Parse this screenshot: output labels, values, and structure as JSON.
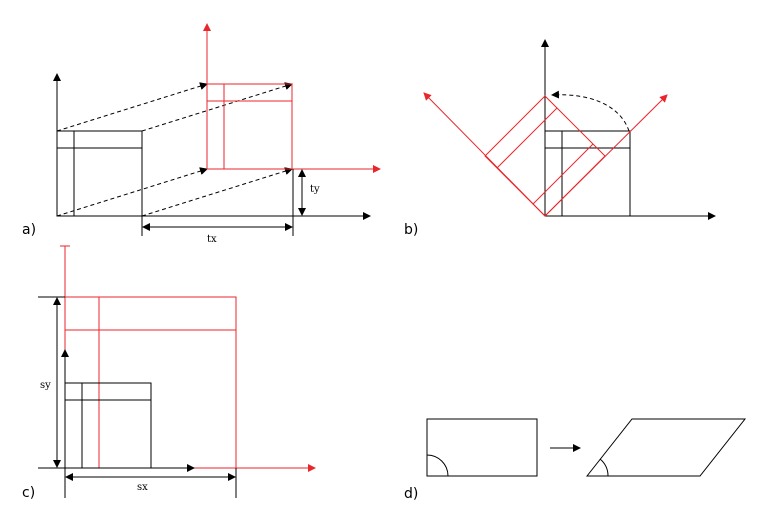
{
  "panels": {
    "a": {
      "label": "a)",
      "tx_label": "tx",
      "ty_label": "ty"
    },
    "b": {
      "label": "b)"
    },
    "c": {
      "label": "c)",
      "sx_label": "sx",
      "sy_label": "sy"
    },
    "d": {
      "label": "d)"
    }
  },
  "colors": {
    "original": "#000000",
    "transformed": "#e8262b"
  }
}
